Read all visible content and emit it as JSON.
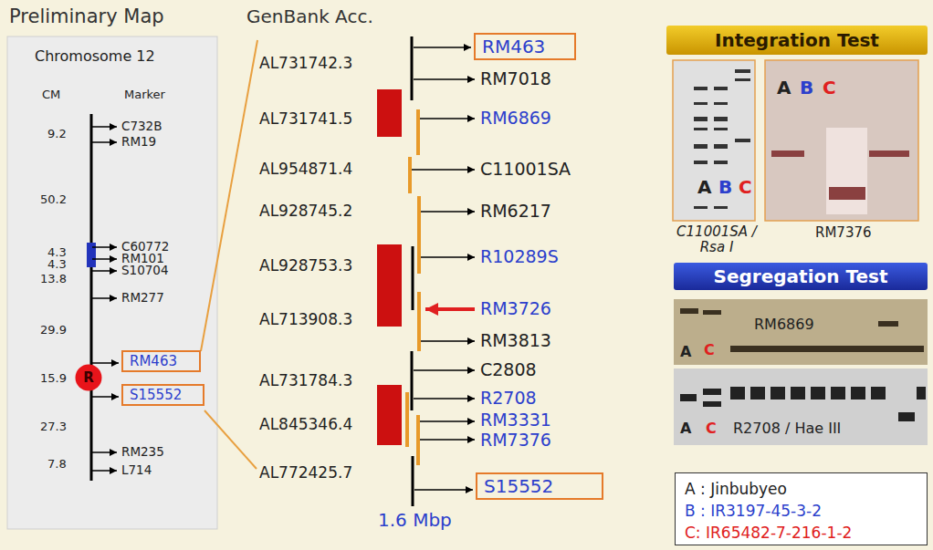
{
  "diagram": {
    "nodes": [
      {
        "text": [
          "Chromosome 12"
        ]
      },
      {
        "text": [
          "RM463"
        ],
        "in": 0
      },
      {
        "text": [
          "R"
        ],
        "in": 0
      },
      {
        "text": [
          "S15552"
        ],
        "in": 0
      },
      {
        "text": [
          "RM463"
        ]
      },
      {
        "text": [
          "S15552"
        ]
      },
      {
        "text": [
          "Integration Test"
        ]
      },
      {
        "text": [
          "Segregation Test"
        ]
      },
      {
        "text": [
          "A : Jinbubyeo",
          "B : IR3197-45-3-2",
          "C: IR65482-7-216-1-2"
        ]
      }
    ],
    "labels": [
      "Preliminary Map",
      "CM",
      "Marker",
      "C732B",
      "9.2",
      "RM19",
      "50.2",
      "C60772",
      "4.3",
      "RM101",
      "4.3",
      "S10704",
      "13.8",
      "RM277",
      "29.9",
      "15.9",
      "27.3",
      "RM235",
      "7.8",
      "L714",
      "GenBank Acc.",
      "AL731742.3",
      "RM7018",
      "AL731741.5",
      "RM6869",
      "AL954871.4",
      "C11001SA",
      "AL928745.2",
      "RM6217",
      "AL928753.3",
      "R10289S",
      "RM3726",
      "AL713908.3",
      "RM3813",
      "C2808",
      "AL731784.3",
      "R2708",
      "RM3331",
      "AL845346.4",
      "RM7376",
      "AL772425.7",
      "1.6 Mbp",
      "A",
      "B",
      "C",
      "C11001SA / Rsa I",
      "A",
      "B",
      "C",
      "RM7376",
      "RM6869",
      "A",
      "C",
      "A",
      "C",
      "R2708 / Hae III"
    ]
  }
}
